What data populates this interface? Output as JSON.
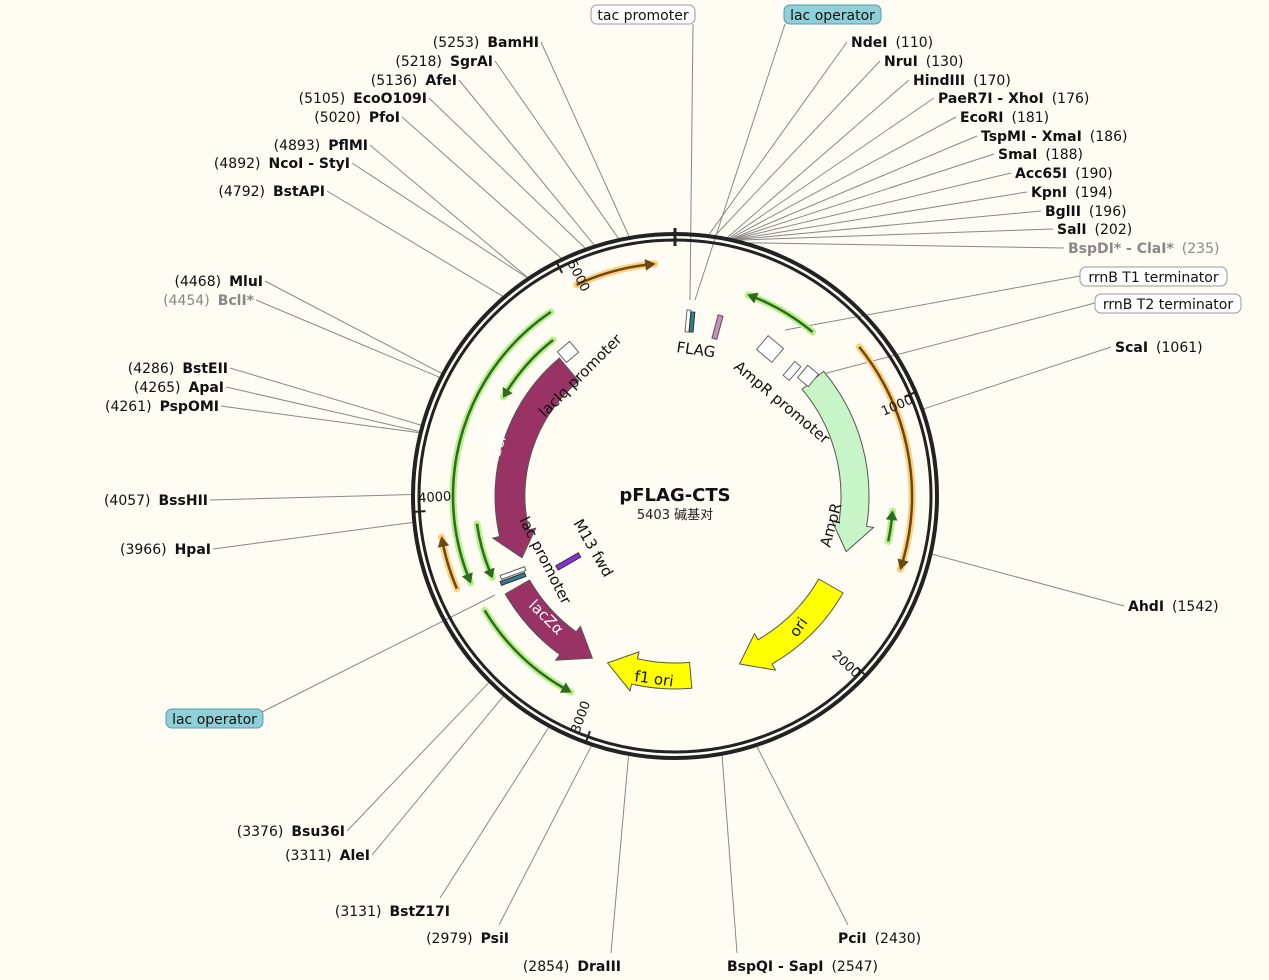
{
  "plasmid": {
    "name": "pFLAG-CTS",
    "size": 5403,
    "size_label": "5403 碱基对"
  },
  "ticks": [
    "1000",
    "2000",
    "3000",
    "4000",
    "5000"
  ],
  "enzymes": [
    {
      "name": "NdeI",
      "pos": "(110)",
      "bp": 110
    },
    {
      "name": "NruI",
      "pos": "(130)",
      "bp": 130
    },
    {
      "name": "HindIII",
      "pos": "(170)",
      "bp": 170
    },
    {
      "name": "PaeR7I - XhoI",
      "pos": "(176)",
      "bp": 176
    },
    {
      "name": "EcoRI",
      "pos": "(181)",
      "bp": 181
    },
    {
      "name": "TspMI - XmaI",
      "pos": "(186)",
      "bp": 186
    },
    {
      "name": "SmaI",
      "pos": "(188)",
      "bp": 188
    },
    {
      "name": "Acc65I",
      "pos": "(190)",
      "bp": 190
    },
    {
      "name": "KpnI",
      "pos": "(194)",
      "bp": 194
    },
    {
      "name": "BglII",
      "pos": "(196)",
      "bp": 196
    },
    {
      "name": "SalI",
      "pos": "(202)",
      "bp": 202
    },
    {
      "name": "BspDI* - ClaI*",
      "pos": "(235)",
      "bp": 235,
      "gray": true
    },
    {
      "name": "ScaI",
      "pos": "(1061)",
      "bp": 1061
    },
    {
      "name": "AhdI",
      "pos": "(1542)",
      "bp": 1542
    },
    {
      "name": "PciI",
      "pos": "(2430)",
      "bp": 2430
    },
    {
      "name": "BspQI - SapI",
      "pos": "(2547)",
      "bp": 2547
    },
    {
      "name": "DraIII",
      "pos": "(2854)",
      "bp": 2854
    },
    {
      "name": "PsiI",
      "pos": "(2979)",
      "bp": 2979
    },
    {
      "name": "BstZ17I",
      "pos": "(3131)",
      "bp": 3131
    },
    {
      "name": "AleI",
      "pos": "(3311)",
      "bp": 3311
    },
    {
      "name": "Bsu36I",
      "pos": "(3376)",
      "bp": 3376
    },
    {
      "name": "HpaI",
      "pos": "(3966)",
      "bp": 3966
    },
    {
      "name": "BssHII",
      "pos": "(4057)",
      "bp": 4057
    },
    {
      "name": "PspOMI",
      "pos": "(4261)",
      "bp": 4261
    },
    {
      "name": "ApaI",
      "pos": "(4265)",
      "bp": 4265
    },
    {
      "name": "BstEII",
      "pos": "(4286)",
      "bp": 4286
    },
    {
      "name": "BclI*",
      "pos": "(4454)",
      "bp": 4454,
      "gray": true
    },
    {
      "name": "MluI",
      "pos": "(4468)",
      "bp": 4468
    },
    {
      "name": "BstAPI",
      "pos": "(4792)",
      "bp": 4792
    },
    {
      "name": "NcoI - StyI",
      "pos": "(4892)",
      "bp": 4892
    },
    {
      "name": "PflMI",
      "pos": "(4893)",
      "bp": 4893
    },
    {
      "name": "PfoI",
      "pos": "(5020)",
      "bp": 5020
    },
    {
      "name": "EcoO109I",
      "pos": "(5105)",
      "bp": 5105
    },
    {
      "name": "AfeI",
      "pos": "(5136)",
      "bp": 5136
    },
    {
      "name": "SgrAI",
      "pos": "(5218)",
      "bp": 5218
    },
    {
      "name": "BamHI",
      "pos": "(5253)",
      "bp": 5253
    }
  ],
  "boxed_features": [
    {
      "label": "tac promoter",
      "teal": false
    },
    {
      "label": "lac operator",
      "teal": true
    },
    {
      "label": "rrnB T1 terminator",
      "teal": false
    },
    {
      "label": "rrnB T2 terminator",
      "teal": false
    },
    {
      "label": "lac operator",
      "teal": true
    }
  ],
  "features": {
    "flag": "FLAG",
    "ampr_promoter": "AmpR promoter",
    "ampr": "AmpR",
    "ori": "ori",
    "f1ori": "f1 ori",
    "laciq_promoter": "lacIq promoter",
    "laci": "lacI",
    "lac_promoter": "lac promoter",
    "m13fwd": "M13 fwd",
    "laczalpha": "lacZα"
  },
  "colors": {
    "ampr": "#c8f5c8",
    "ori": "#ffff00",
    "laci": "#993366",
    "primer": "#2e6b1e",
    "primer_glow": "#b6f08a",
    "orange": "#ffcf80"
  }
}
